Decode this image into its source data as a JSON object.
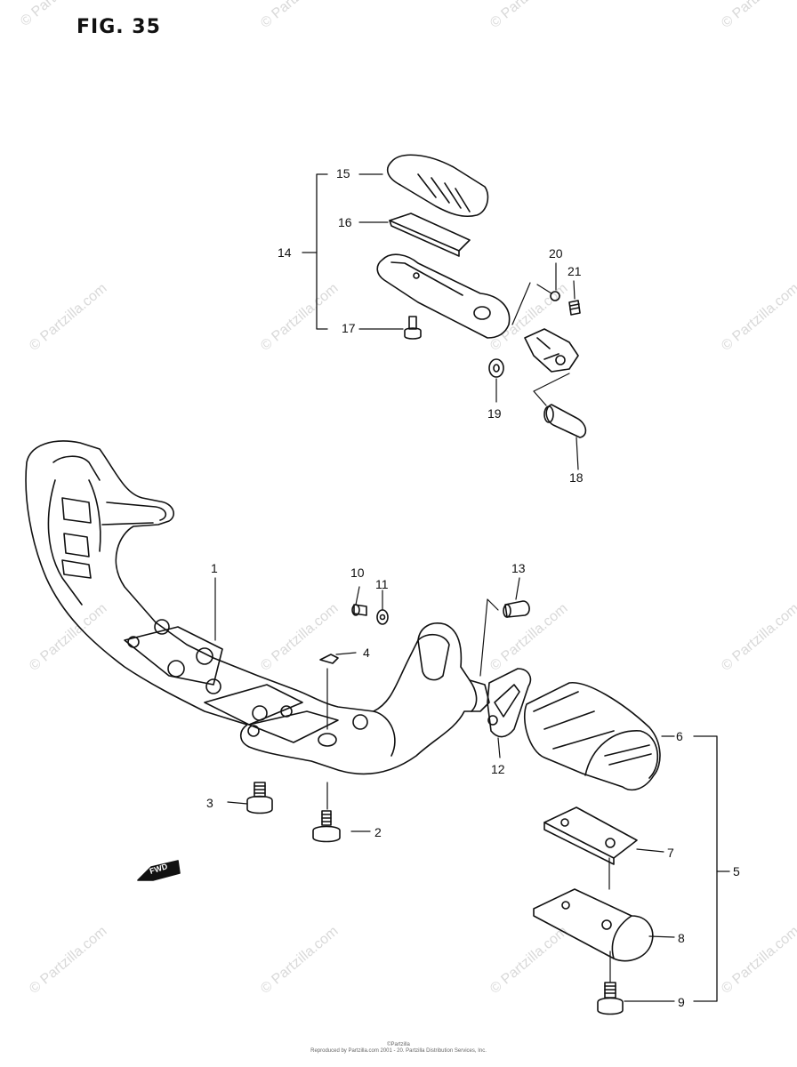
{
  "figure_label": "FIG. 35",
  "watermark_text": "© Partzilla.com",
  "callouts": [
    "1",
    "2",
    "3",
    "4",
    "5",
    "6",
    "7",
    "8",
    "9",
    "10",
    "11",
    "12",
    "13",
    "14",
    "15",
    "16",
    "17",
    "18",
    "19",
    "20",
    "21"
  ],
  "direction_marker": "FWD",
  "copyright": [
    "©Partzilla",
    "Reproduced by Partzilla.com 2001 - 20. Partzilla Distribution Services, Inc."
  ],
  "colors": {
    "line": "#111111",
    "watermark": "#d9d9d9",
    "background": "#ffffff"
  }
}
